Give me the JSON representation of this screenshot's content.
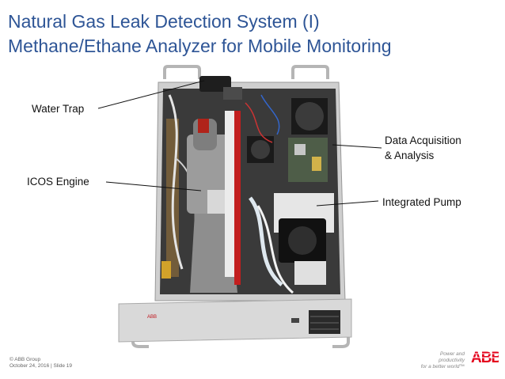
{
  "slide": {
    "title_line1": "Natural Gas Leak Detection System (I)",
    "title_line2": "Methane/Ethane Analyzer for Mobile Monitoring"
  },
  "callouts": {
    "water_trap": "Water Trap",
    "icos_engine": "ICOS Engine",
    "data_acq_line1": "Data Acquisition",
    "data_acq_line2": "& Analysis",
    "integrated_pump": "Integrated Pump"
  },
  "footer": {
    "copyright": "© ABB Group",
    "date_slide": "October 24, 2016 | Slide 19",
    "tagline_line1": "Power and productivity",
    "tagline_line2": "for a better world™",
    "logo_text": "ABB"
  },
  "colors": {
    "title": "#2e5596",
    "abb_red": "#e3001b"
  }
}
